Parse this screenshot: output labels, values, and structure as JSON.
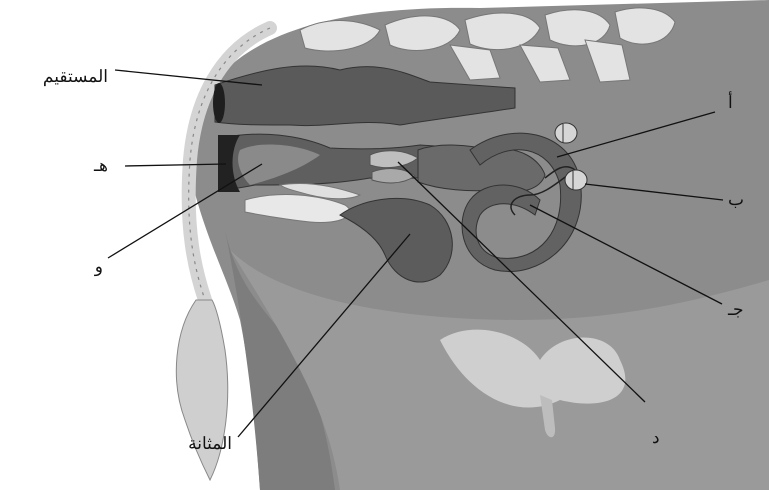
{
  "diagram": {
    "labels": {
      "rectum": "المستقيم",
      "he": "هـ",
      "waw": "و",
      "bladder": "المثانة",
      "alef": "أ",
      "beh": "ب",
      "jeem": "جـ",
      "dal": "د"
    }
  }
}
